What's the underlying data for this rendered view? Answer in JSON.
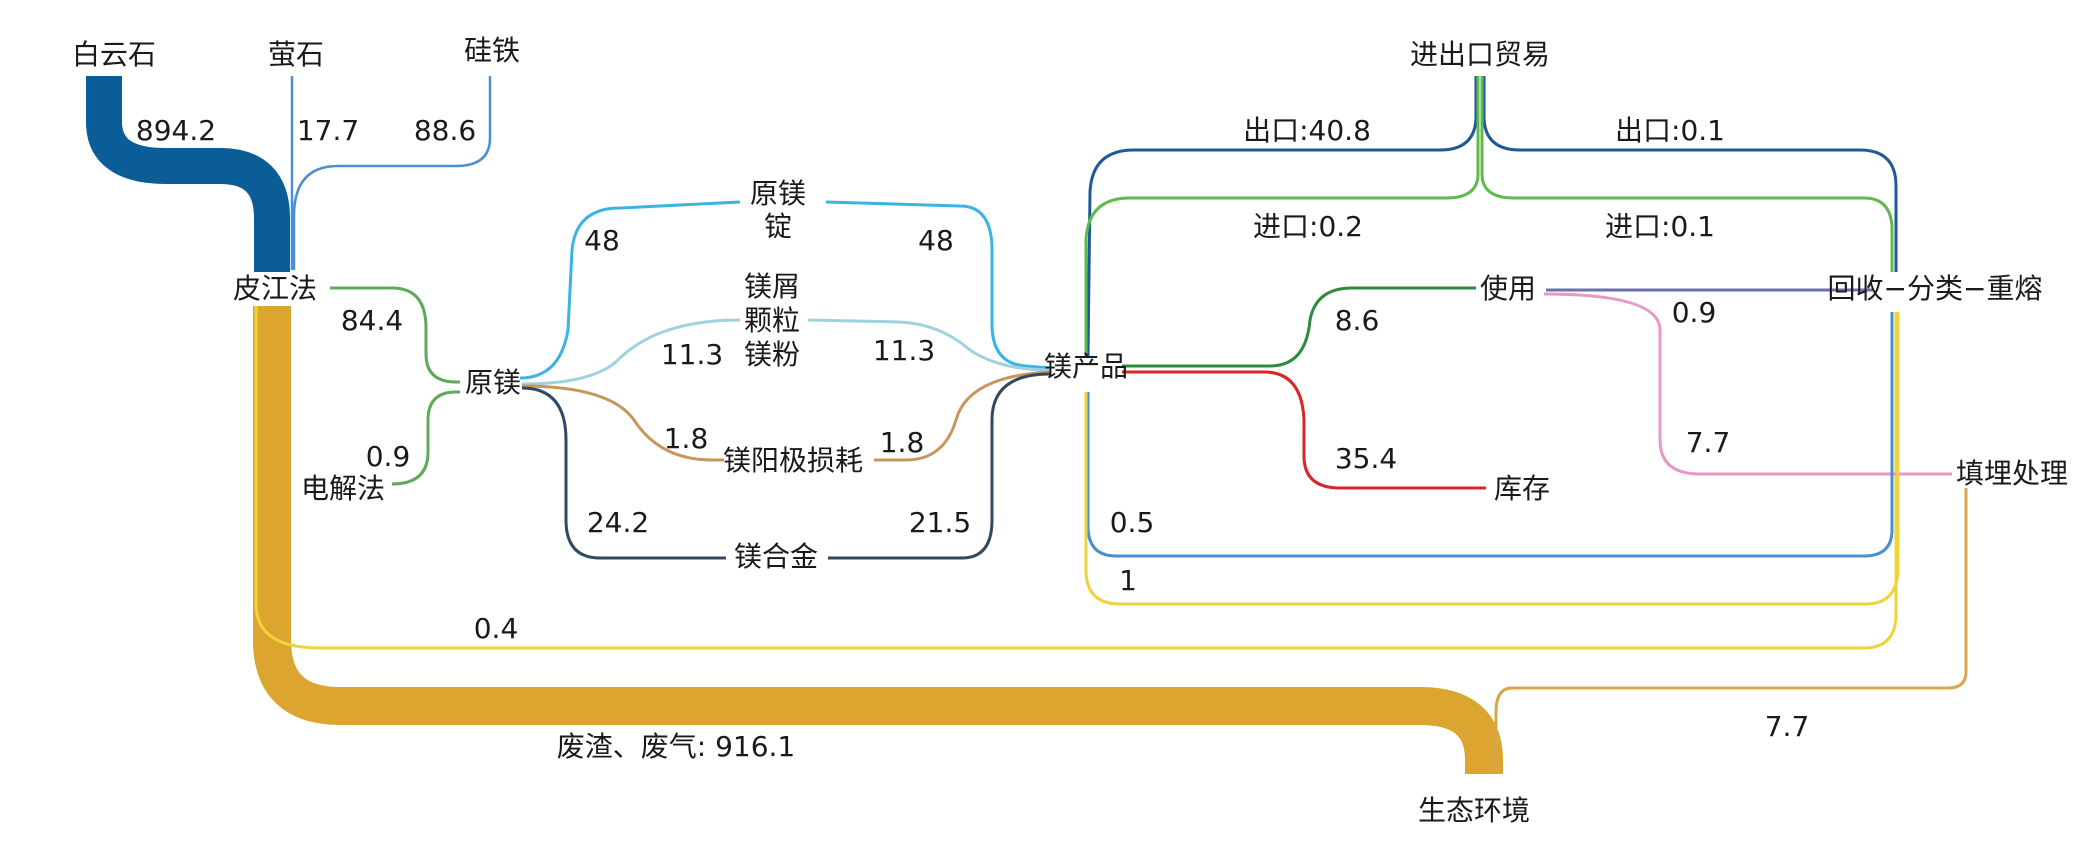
{
  "colors": {
    "dolomite": "#0a5d96",
    "fluorite": "#4a8fd0",
    "ferrosilicon": "#4a8fd0",
    "slag": "#dca530",
    "pidgeon_to_mg": "#5eaa5a",
    "electro_to_mg": "#5eaa5a",
    "ingot": "#3bb4e4",
    "scrap": "#9fd2e0",
    "anode": "#c99658",
    "alloy": "#314a62",
    "export": "#1e5a99",
    "import": "#5fba4b",
    "use": "#2d8a3e",
    "stock": "#d92525",
    "recycle": "#6b6fad",
    "landfill_in": "#e898c4",
    "to_env": "#d9a54a",
    "recycle_return": "#4a8fd0",
    "yellow": "#f0d33a"
  },
  "nodes": {
    "dolomite": "白云石",
    "fluorite": "萤石",
    "ferrosilicon": "硅铁",
    "pidgeon": "皮江法",
    "electrolysis": "电解法",
    "primary_mg": "原镁",
    "ingot_line1": "原镁",
    "ingot_line2": "锭",
    "scrap_line1": "镁屑",
    "scrap_line2": "颗粒",
    "scrap_line3": "镁粉",
    "anode_loss": "镁阳极损耗",
    "alloy": "镁合金",
    "products": "镁产品",
    "trade": "进出口贸易",
    "use": "使用",
    "stock": "库存",
    "recycle": "回收−分类−重熔",
    "landfill": "填埋处理",
    "environment": "生态环境"
  },
  "flow_labels": {
    "dolomite": "894.2",
    "fluorite": "17.7",
    "ferrosilicon": "88.6",
    "pidgeon_to_mg": "84.4",
    "electro_to_mg": "0.9",
    "ingot_in": "48",
    "ingot_out": "48",
    "scrap_in": "11.3",
    "scrap_out": "11.3",
    "anode_in": "1.8",
    "anode_out": "1.8",
    "alloy_in": "24.2",
    "alloy_out": "21.5",
    "export_left": "出口:40.8",
    "export_right": "出口:0.1",
    "import_left": "进口:0.2",
    "import_right": "进口:0.1",
    "use": "8.6",
    "stock": "35.4",
    "recycle": "0.9",
    "landfill_in": "7.7",
    "products_return": "0.5",
    "products_yellow": "1",
    "pidgeon_yellow": "0.4",
    "slag": "废渣、废气: 916.1",
    "landfill_to_env": "7.7"
  }
}
